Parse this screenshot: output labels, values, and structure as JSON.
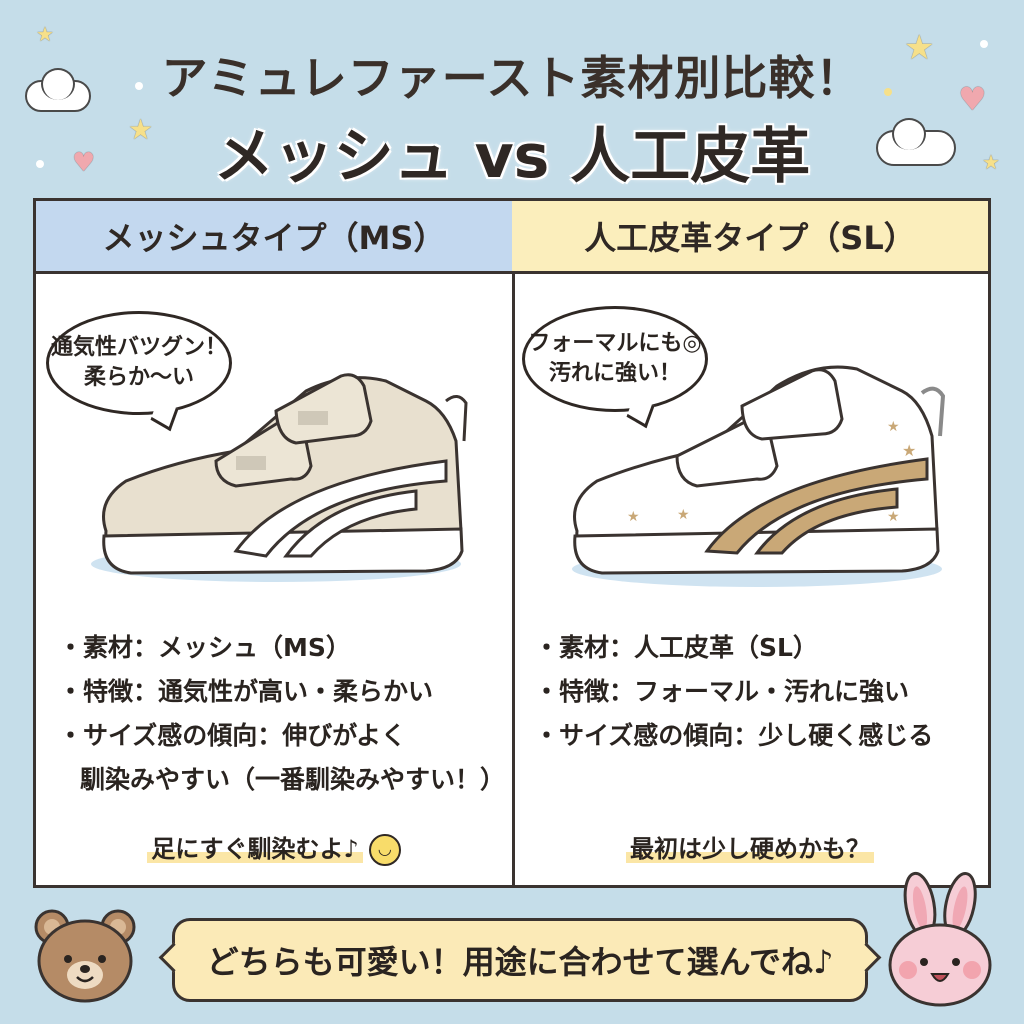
{
  "header": {
    "title": "アミュレファースト素材別比較！",
    "subtitle": "メッシュ vs 人工皮革"
  },
  "columns": [
    {
      "heading": "メッシュタイプ（MS）",
      "header_color": "#c3d8ef",
      "bubble": [
        "通気性バツグン！",
        "柔らか〜い"
      ],
      "shoe_color": "#e8e0cf",
      "stripe_color": "#ffffff",
      "bullets": [
        {
          "label": "・素材：メッシュ（MS）"
        },
        {
          "label": "・特徴：通気性が高い・柔らかい"
        },
        {
          "label": "・サイズ感の傾向：伸びがよく",
          "cont": "馴染みやすい（一番馴染みやすい！）"
        }
      ],
      "note": "足にすぐ馴染むよ♪",
      "note_icon": "smiley-icon"
    },
    {
      "heading": "人工皮革タイプ（SL）",
      "header_color": "#fbeebc",
      "bubble": [
        "フォーマルにも◎",
        "汚れに強い！"
      ],
      "shoe_color": "#ffffff",
      "stripe_color": "#c9a877",
      "bullets": [
        {
          "label": "・素材：人工皮革（SL）"
        },
        {
          "label": "・特徴：フォーマル・汚れに強い"
        },
        {
          "label": "・サイズ感の傾向：少し硬く感じる"
        }
      ],
      "note": "最初は少し硬めかも？"
    }
  ],
  "footer": {
    "message": "どちらも可愛い！用途に合わせて選んでね♪"
  },
  "icons": {
    "smiley": "◡"
  }
}
